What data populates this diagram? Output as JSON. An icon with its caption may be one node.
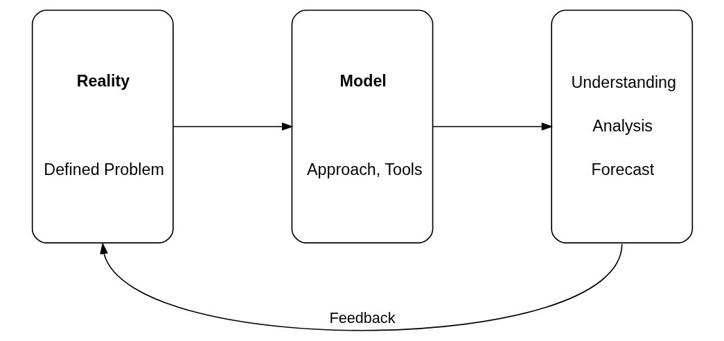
{
  "diagram": {
    "nodes": [
      {
        "text": [
          "Reality",
          "Defined Problem"
        ]
      },
      {
        "text": [
          "Model",
          "Approach, Tools"
        ]
      },
      {
        "text": [
          "Understanding",
          "Analysis",
          "Forecast"
        ]
      }
    ],
    "edges": [
      {
        "from": 0,
        "to": 1,
        "arrow": "to"
      },
      {
        "from": 1,
        "to": 2,
        "arrow": "to"
      },
      {
        "from": 2,
        "to": 0,
        "arrow": "to",
        "label": "Feedback"
      }
    ]
  }
}
